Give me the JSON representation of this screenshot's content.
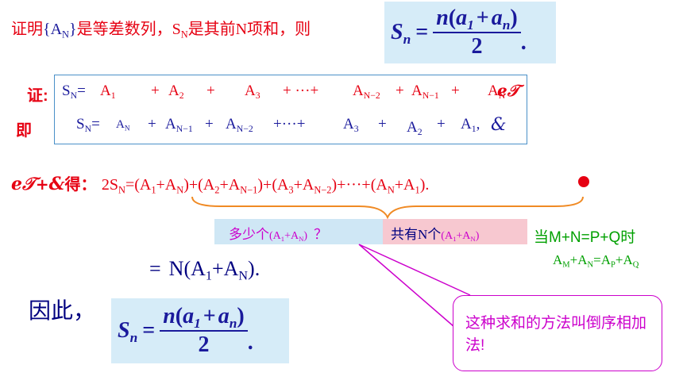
{
  "intro": {
    "lead": "证明",
    "seq": "{A",
    "seq_sub": "N",
    "seq_end": "}",
    "mid": "是等差数列，S",
    "mid_sub": "N",
    "tail": "是其前N项和，则"
  },
  "formula": {
    "S": "S",
    "S_sub": "n",
    "eq": "=",
    "num_n": "n",
    "num_open": "(",
    "num_a1": "a",
    "num_a1_sub": "1",
    "num_plus": "+",
    "num_an": "a",
    "num_an_sub": "n",
    "num_close": ")",
    "den": "2",
    "period": "."
  },
  "proof": {
    "zheng_label": "证:",
    "ji_label": "即",
    "line1": {
      "lhs": "S",
      "lhs_sub": "N",
      "eq": "=",
      "t1": "A",
      "t1_sub": "1",
      "p1": "+",
      "t2": "A",
      "t2_sub": "2",
      "p2": "+",
      "t3": "A",
      "t3_sub": "3",
      "dots": "+ ···+",
      "t4": "A",
      "t4_sub": "N−2",
      "p4": "+",
      "t5": "A",
      "t5_sub": "N−1",
      "p5": "+",
      "t6": "A",
      "t6_sub": "N",
      "mark": "ℯ𝒯"
    },
    "line2": {
      "lhs": "S",
      "lhs_sub": "N",
      "eq": "=",
      "t1": "A",
      "t1_sub": "N",
      "p1": "+",
      "t2": "A",
      "t2_sub": "N−1",
      "p2": "+",
      "t3": "A",
      "t3_sub": "N−2",
      "dots": "+···+",
      "t4": "A",
      "t4_sub": "3",
      "p4": "+",
      "t5": "A",
      "t5_sub": "2",
      "p5": "+",
      "t6": "A",
      "t6_sub": "1",
      "comma": ",",
      "mark": "&"
    }
  },
  "sum_line": {
    "lead_mark1": "ℯ𝒯",
    "lead_plus": "+",
    "lead_mark2": "&",
    "lead_de": "得：",
    "text": "2S",
    "text_sub": "N",
    "eq": "=",
    "g1": "(A",
    "g1a_sub": "1",
    "g1_plus": "+A",
    "g1b_sub": "N",
    "g1_close": ")",
    "p1": "+",
    "g2": "(A",
    "g2a_sub": "2",
    "g2_plus": "+A",
    "g2b_sub": "N−1",
    "g2_close": ")",
    "p2": "+",
    "g3": "(A",
    "g3a_sub": "3",
    "g3_plus": "+A",
    "g3b_sub": "N−2",
    "g3_close": ")",
    "dots": "+···+",
    "g4": "(A",
    "g4a_sub": "N",
    "g4_plus": "+A",
    "g4b_sub": "1",
    "g4_close": ").",
    "dot_color": "#e60012"
  },
  "question": {
    "text": "多少个",
    "paren": "(A",
    "a_sub": "1",
    "plus": "+A",
    "b_sub": "N",
    "close": ")",
    "mark": "？"
  },
  "answer": {
    "text": "共有N个",
    "paren": "(A",
    "a_sub": "1",
    "plus": "+A",
    "b_sub": "N",
    "close": ")"
  },
  "condition": {
    "line1": "当M+N=P+Q时",
    "line2_a": "A",
    "line2_a_sub": "M",
    "line2_plus1": "+A",
    "line2_b_sub": "N",
    "line2_eq": "=A",
    "line2_c_sub": "P",
    "line2_plus2": "+A",
    "line2_d_sub": "Q"
  },
  "result": {
    "eq": "=",
    "text": "N(A",
    "a_sub": "1",
    "plus": "+A",
    "b_sub": "N",
    "close": ")."
  },
  "conclusion": {
    "label": "因此，"
  },
  "callout": {
    "text": "这种求和的方法叫倒序相加法!"
  },
  "colors": {
    "red": "#e60012",
    "blue": "#1a1a9c",
    "green": "#00a000",
    "magenta": "#cc00cc",
    "formula_bg": "#d6ecf8",
    "question_bg": "#cfe7f5",
    "answer_bg": "#f7c8d0",
    "orange": "#f08a24"
  }
}
